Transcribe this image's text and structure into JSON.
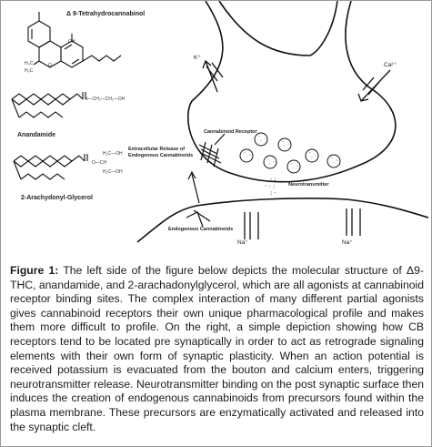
{
  "molecules": {
    "thc_label": "Δ 9-Tetrahydrocannabinol",
    "anandamide_label": "Anandamide",
    "ag_label": "2-Arachydonyl-Glycerol",
    "anandamide_chain": "N—CH₂—CH₂—OH",
    "ag_top": "H₂C—OH",
    "ag_mid": "O—CH",
    "ag_bot": "H₂C—OH",
    "thc_h3c": "H₃C",
    "thc_ch3": "H₃C",
    "thc_oh": "OH",
    "thc_o": "O"
  },
  "synapse": {
    "k_label": "K⁺",
    "ca_label": "Ca²⁺",
    "receptor_label": "Cannabinoid Receptor",
    "release_label": "Extracellular Release of Endogenous Cannabinoids",
    "nt_label": "Neurotransmitter",
    "endo_label": "Endogenous Cannabinoids",
    "na1_label": "Na⁺",
    "na2_label": "Na⁺"
  },
  "caption": {
    "prefix": "Figure 1:",
    "text": " The left side of the figure below depicts the molecular structure of Δ9-THC, anandamide, and 2-arachadonylglycerol, which are all agonists at cannabinoid receptor binding sites.  The complex interaction of many different partial agonists gives cannabinoid receptors their own unique pharmacological profile and makes them more difficult to profile.  On the right, a simple depiction showing how CB receptors tend to be located pre synaptically in order to act as retrograde signaling elements with their own form of synaptic plasticity.  When an action potential is received potassium is evacuated from the bouton and calcium enters, triggering neurotransmitter release.  Neurotransmitter binding on the post synaptic surface then induces the creation of endogenous cannabinoids from precursors found within the plasma membrane.  These precursors are enzymatically activated and released into the synaptic cleft."
  }
}
